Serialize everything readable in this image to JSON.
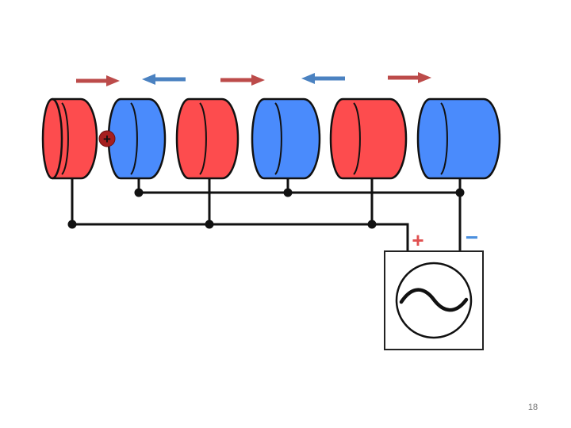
{
  "colors": {
    "red": "#fd4c4e",
    "blue": "#4a8bfc",
    "arrow_red": "#bc4b4a",
    "arrow_blue": "#4b82c1",
    "wire": "#111111",
    "particle": "#a51f1f",
    "plus_sign": "#e05050",
    "minus_sign": "#4b8fde"
  },
  "tubes": [
    {
      "color": "red"
    },
    {
      "color": "blue"
    },
    {
      "color": "red"
    },
    {
      "color": "blue"
    },
    {
      "color": "red"
    },
    {
      "color": "blue"
    }
  ],
  "arrows": [
    {
      "direction": "right",
      "color": "arrow_red"
    },
    {
      "direction": "left",
      "color": "arrow_blue"
    },
    {
      "direction": "right",
      "color": "arrow_red"
    },
    {
      "direction": "left",
      "color": "arrow_blue"
    },
    {
      "direction": "right",
      "color": "arrow_red"
    }
  ],
  "particle_symbol": "+",
  "source": {
    "plus_label": "+",
    "minus_label": "−",
    "symbol": "ac-sine-icon"
  },
  "page_number": "18"
}
